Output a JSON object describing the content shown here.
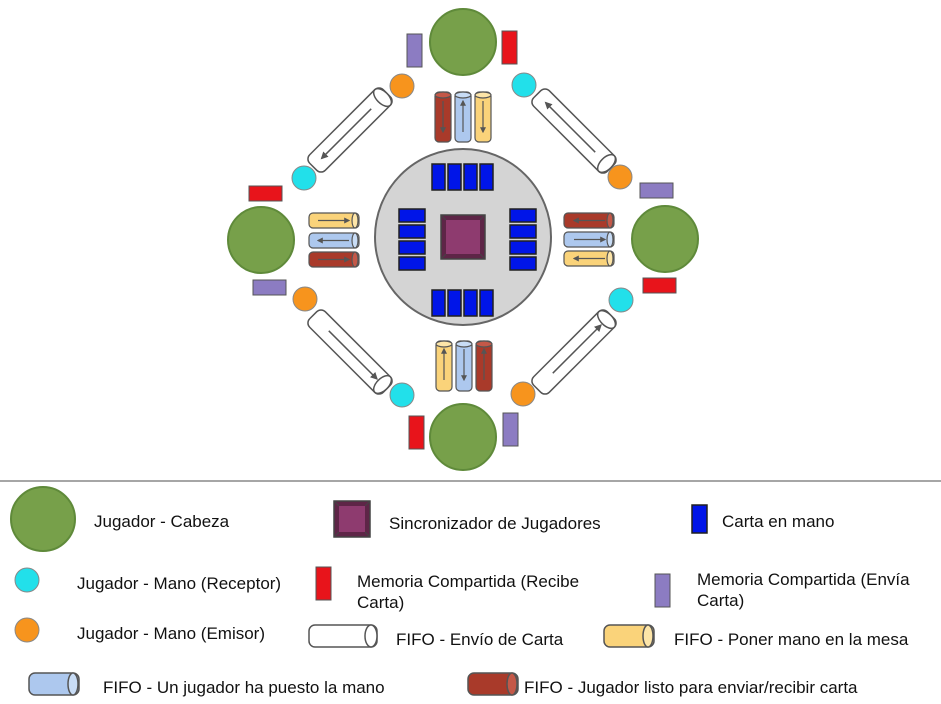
{
  "colors": {
    "head": "#77a04a",
    "head_stroke": "#5f8a3a",
    "receiver": "#22e0ea",
    "emitter": "#f7941d",
    "mem_receive": "#e8141b",
    "mem_send": "#8c7cc2",
    "card": "#0015e8",
    "sync": "#8e3b6f",
    "table": "#d4d4d4",
    "fifo_send": "#ffffff",
    "fifo_hand": "#fad37a",
    "fifo_placed": "#adc8ee",
    "fifo_ready": "#a93a2a"
  },
  "legend": {
    "head_label": "Jugador - Cabeza",
    "sync_label": "Sincronizador de Jugadores",
    "card_label": "Carta en mano",
    "receiver_label": "Jugador - Mano (Receptor)",
    "mem_receive_label_1": "Memoria Compartida (Recibe",
    "mem_receive_label_2": "Carta)",
    "mem_send_label_1": "Memoria Compartida (Envía",
    "mem_send_label_2": "Carta)",
    "emitter_label": "Jugador - Mano (Emisor)",
    "fifo_send_label": "FIFO - Envío de Carta",
    "fifo_hand_label": "FIFO - Poner mano en la mesa",
    "fifo_placed_label": "FIFO - Un jugador ha puesto la mano",
    "fifo_ready_label": "FIFO - Jugador listo para enviar/recibir carta"
  }
}
